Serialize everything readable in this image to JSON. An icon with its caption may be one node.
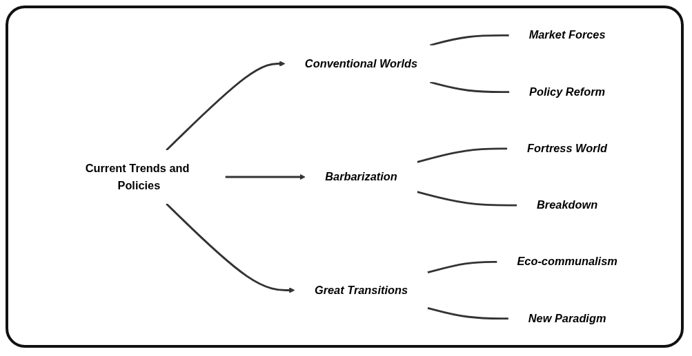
{
  "diagram": {
    "nodes": [
      {
        "text": [
          "Current Trends and Policies"
        ]
      },
      {
        "text": [
          "Conventional Worlds"
        ]
      },
      {
        "text": [
          "Market Forces"
        ]
      },
      {
        "text": [
          "Policy Reform"
        ]
      },
      {
        "text": [
          "Barbarization"
        ]
      },
      {
        "text": [
          "Fortress World"
        ]
      },
      {
        "text": [
          "Breakdown"
        ]
      },
      {
        "text": [
          "Great Transitions"
        ]
      },
      {
        "text": [
          "Eco-communalism"
        ]
      },
      {
        "text": [
          "New Paradigm"
        ]
      }
    ],
    "edges": [
      {
        "from": 0,
        "to": 1,
        "arrow": "to"
      },
      {
        "from": 0,
        "to": 4,
        "arrow": "to"
      },
      {
        "from": 0,
        "to": 7,
        "arrow": "to"
      },
      {
        "from": 1,
        "to": 2,
        "arrow": "none"
      },
      {
        "from": 1,
        "to": 3,
        "arrow": "none"
      },
      {
        "from": 4,
        "to": 5,
        "arrow": "none"
      },
      {
        "from": 4,
        "to": 6,
        "arrow": "none"
      },
      {
        "from": 7,
        "to": 8,
        "arrow": "none"
      },
      {
        "from": 7,
        "to": 9,
        "arrow": "none"
      }
    ]
  }
}
